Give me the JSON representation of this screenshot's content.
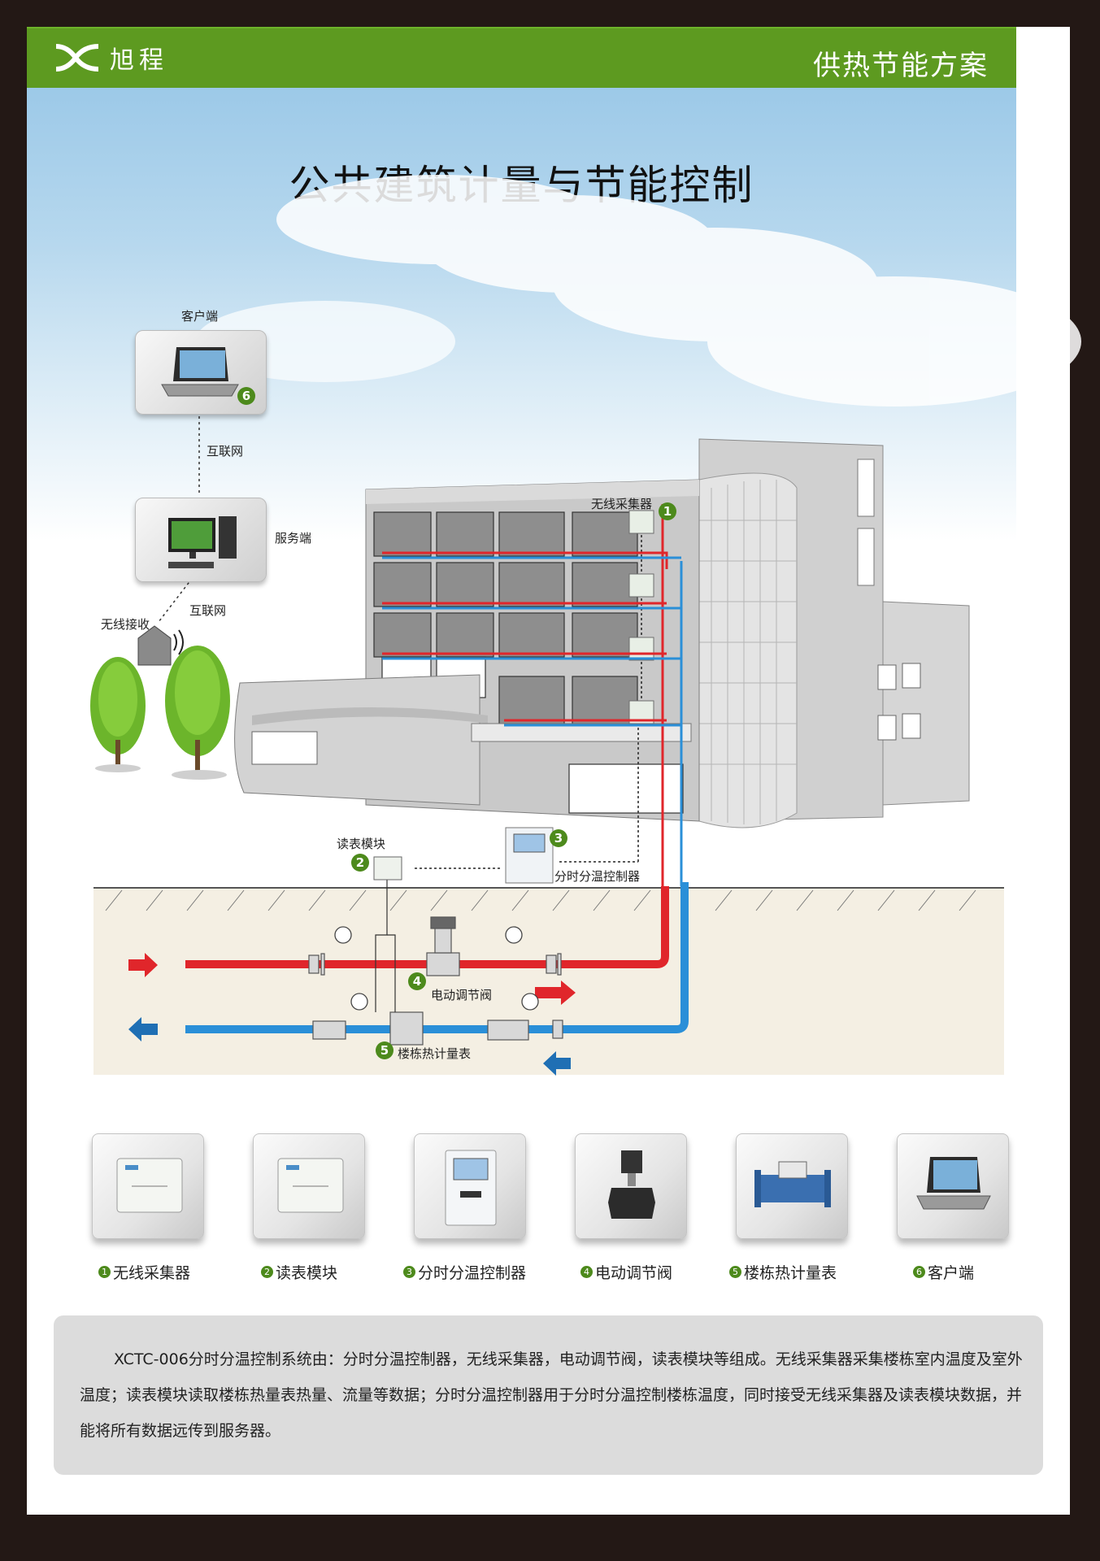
{
  "header": {
    "logo_text": "旭程",
    "title": "供热节能方案"
  },
  "main_title": "公共建筑计量与节能控制",
  "diagram": {
    "client_label": "客户端",
    "internet_label_1": "互联网",
    "server_label": "服务端",
    "internet_label_2": "互联网",
    "wireless_receiver_label": "无线接收",
    "wireless_collector_label": "无线采集器",
    "meter_module_label": "读表模块",
    "controller_label": "分时分温控制器",
    "valve_label": "电动调节阀",
    "heat_meter_label": "楼栋热计量表",
    "badges": [
      "1",
      "2",
      "3",
      "4",
      "5",
      "6"
    ]
  },
  "products": [
    {
      "num": "1",
      "label": "无线采集器",
      "icon": "wireless-collector-icon"
    },
    {
      "num": "2",
      "label": "读表模块",
      "icon": "meter-reading-module-icon"
    },
    {
      "num": "3",
      "label": "分时分温控制器",
      "icon": "controller-icon"
    },
    {
      "num": "4",
      "label": "电动调节阀",
      "icon": "electric-valve-icon"
    },
    {
      "num": "5",
      "label": "楼栋热计量表",
      "icon": "heat-meter-icon"
    },
    {
      "num": "6",
      "label": "客户端",
      "icon": "laptop-icon"
    }
  ],
  "description": "XCTC-006分时分温控制系统由：分时分温控制器，无线采集器，电动调节阀，读表模块等组成。无线采集器采集楼栋室内温度及室外温度；读表模块读取楼栋热量表热量、流量等数据；分时分温控制器用于分时分温控制楼栋温度，同时接受无线采集器及读表模块数据，并能将所有数据远传到服务器。",
  "colors": {
    "header_green": "#5d9a20",
    "supply_red": "#e0262b",
    "return_blue": "#2a8fd8",
    "badge_green": "#4d8a1c"
  }
}
